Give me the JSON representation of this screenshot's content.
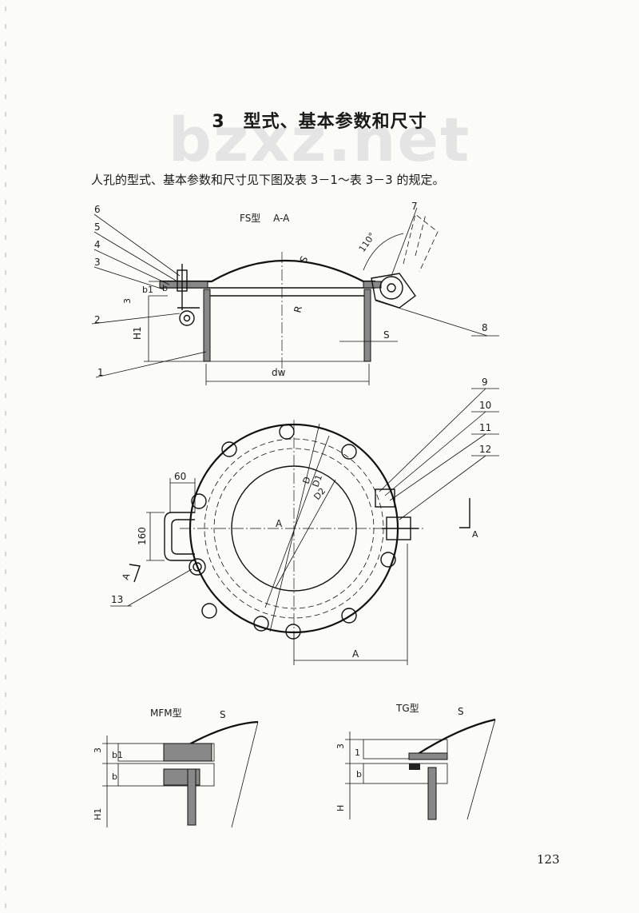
{
  "document": {
    "title": "3　型式、基本参数和尺寸",
    "watermark": "bzxz.net",
    "intro": "人孔的型式、基本参数和尺寸见下图及表 3－1～表 3－3 的规定。",
    "page_number": "123"
  },
  "figure_top": {
    "caption": "FS型　 A-A",
    "part_numbers": [
      "1",
      "2",
      "3",
      "4",
      "5",
      "6",
      "7",
      "8"
    ],
    "angle": "110°",
    "dim_diameter": "dw",
    "dim_H1": "H1",
    "dim_b": "b",
    "dim_b1": "b1",
    "dim_3": "3",
    "label_S_dome": "S",
    "label_R": "R",
    "label_S_wall": "S"
  },
  "figure_plan": {
    "part_numbers": [
      "9",
      "10",
      "11",
      "12",
      "13"
    ],
    "dim_60": "60",
    "dim_160": "160",
    "dim_A": "A",
    "center_label": "A",
    "label_D": "D",
    "label_D1": "D1",
    "label_D2": "D2",
    "section_mark": "A"
  },
  "figure_mfm": {
    "caption": "MFM型",
    "label_S": "S",
    "dim_3": "3",
    "dim_b1": "b1",
    "dim_b": "b",
    "dim_H1": "H1"
  },
  "figure_tg": {
    "caption": "TG型",
    "label_S": "S",
    "dim_3": "3",
    "dim_b1": "1",
    "dim_b": "b",
    "dim_H": "H"
  }
}
